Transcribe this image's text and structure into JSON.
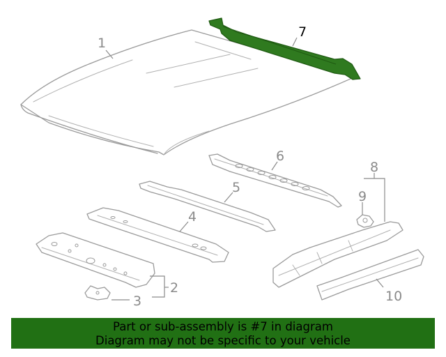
{
  "diagram": {
    "callouts": {
      "c1": "1",
      "c2": "2",
      "c3": "3",
      "c4": "4",
      "c5": "5",
      "c6": "6",
      "c7": "7",
      "c8": "8",
      "c9": "9",
      "c10": "10"
    },
    "highlight_color": "#2f7a1f",
    "line_color": "#9a9a9a"
  },
  "banner": {
    "line1": "Part or sub-assembly is #7 in diagram",
    "line2": "Diagram may not be specific to your vehicle",
    "background": "#217014"
  }
}
